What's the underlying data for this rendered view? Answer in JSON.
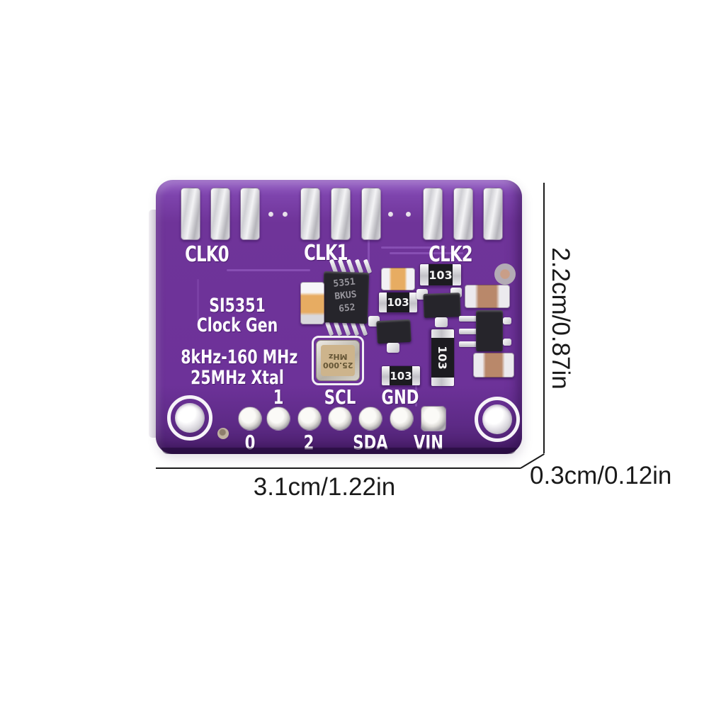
{
  "board": {
    "clk_labels": [
      "CLK0",
      "CLK1",
      "CLK2"
    ],
    "title_lines": [
      "SI5351",
      "Clock Gen"
    ],
    "spec_lines": [
      "8kHz-160 MHz",
      "25MHz Xtal"
    ],
    "pin_labels": [
      "0",
      "1",
      "2",
      "SCL",
      "SDA",
      "GND",
      "VIN"
    ],
    "ic_marking_lines": [
      "5351",
      "BKUS",
      "652"
    ],
    "crystal_marking_lines": [
      "25.000",
      "MHz"
    ],
    "resistor_code": "103",
    "colors": {
      "pcb_purple": "#6d3299",
      "silkscreen_white": "#fdfbff",
      "pad_silver": "#d9d8dd",
      "capacitor_orange": "#e7ac62",
      "tantalum_tan": "#b9886a",
      "annotation_black": "#1a1a1a"
    }
  },
  "annotations": {
    "board_width_label": "3.1cm/1.22in",
    "board_height_label": "2.2cm/0.87in",
    "board_thickness_label": "0.3cm/0.12in"
  }
}
